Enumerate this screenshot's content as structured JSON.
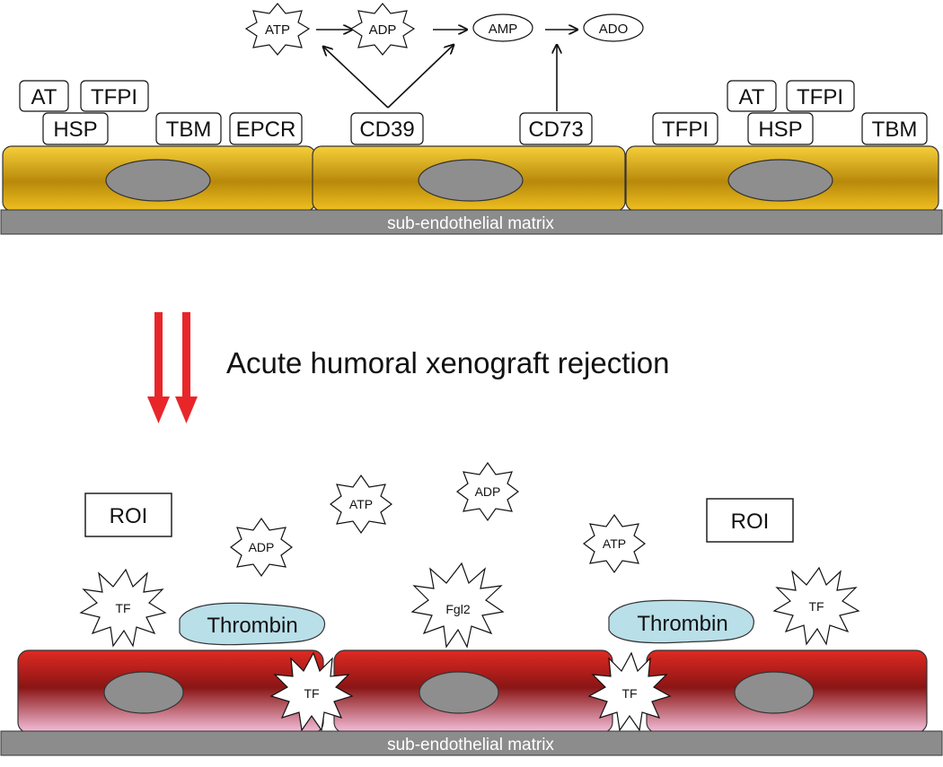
{
  "colors": {
    "healthy_cell_top": "#f2c11e",
    "healthy_cell_mid": "#bc8e08",
    "rejected_cell_top": "#d8261f",
    "rejected_cell_mid": "#8e1414",
    "rejected_cell_bottom": "#f4b8d8",
    "matrix": "#8c8c8c",
    "nucleus": "#8e8e8e",
    "thrombin": "#b9dfe9",
    "arrow_red": "#e8262a"
  },
  "top": {
    "pathway": {
      "atp": "ATP",
      "adp": "ADP",
      "amp": "AMP",
      "ado": "ADO"
    },
    "labels": {
      "at_left": "AT",
      "tfpi_left": "TFPI",
      "hsp_left": "HSP",
      "tbm_left": "TBM",
      "epcr": "EPCR",
      "cd39": "CD39",
      "cd73": "CD73",
      "tfpi_right": "TFPI",
      "at_right": "AT",
      "tfpi_right_top": "TFPI",
      "hsp_right": "HSP",
      "tbm_right": "TBM"
    },
    "matrix_label": "sub-endothelial matrix"
  },
  "transition": {
    "title": "Acute humoral xenograft rejection"
  },
  "bottom": {
    "roi_left": "ROI",
    "roi_right": "ROI",
    "atp_left": "ATP",
    "adp_center": "ADP",
    "atp_right": "ATP",
    "adp_left": "ADP",
    "tf_left": "TF",
    "thrombin_left": "Thrombin",
    "fgl2": "Fgl2",
    "thrombin_right": "Thrombin",
    "tf_right": "TF",
    "tf_junction_left": "TF",
    "tf_junction_right": "TF",
    "matrix_label": "sub-endothelial matrix"
  }
}
